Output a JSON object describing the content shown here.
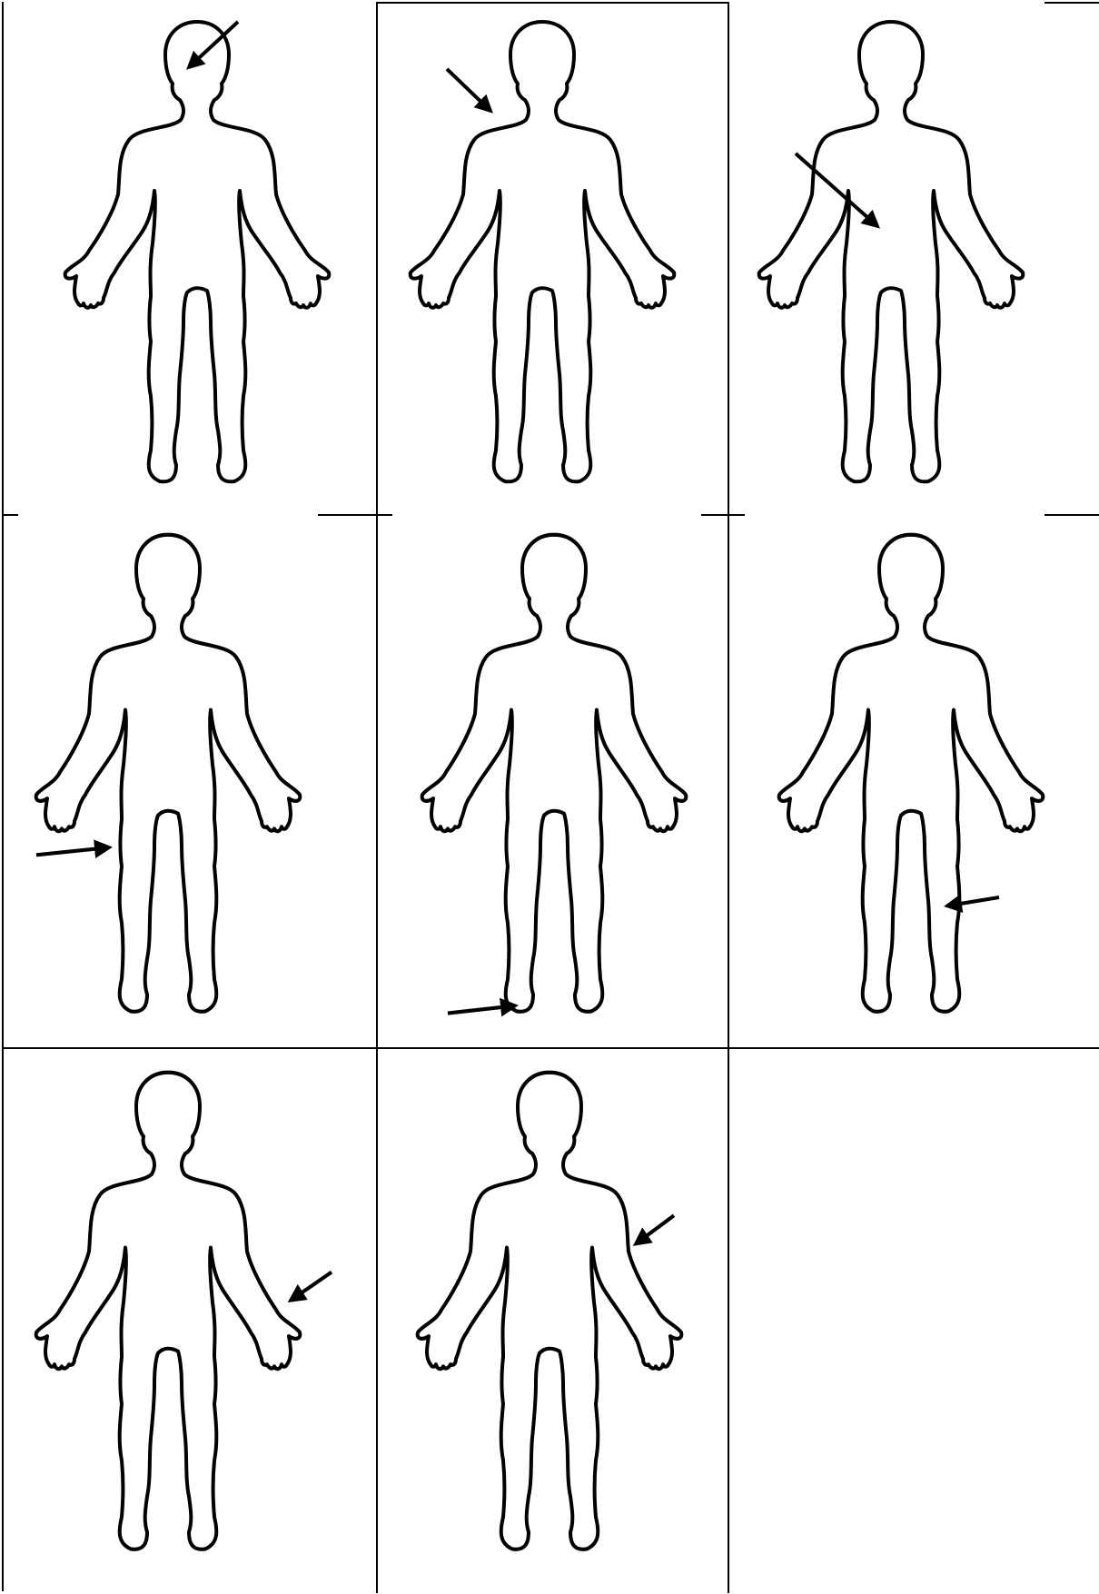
{
  "figure": {
    "panels": [
      {
        "marker": "head-top"
      },
      {
        "marker": "left-shoulder"
      },
      {
        "marker": "abdomen"
      },
      {
        "marker": "left-thigh"
      },
      {
        "marker": "left-foot"
      },
      {
        "marker": "right-lower-leg"
      },
      {
        "marker": "right-hand"
      },
      {
        "marker": "right-forearm"
      }
    ],
    "colors": {
      "outline": "#000000",
      "background": "#ffffff",
      "arrow": "#000000"
    }
  }
}
